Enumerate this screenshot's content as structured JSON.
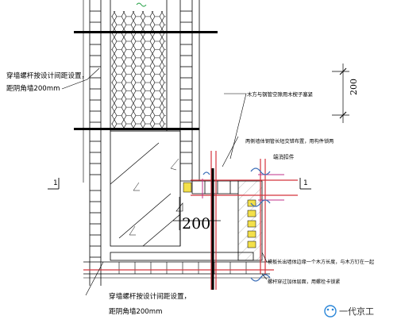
{
  "notes": {
    "tie_bolt_top_1": "穿墙螺杆按设计间距设置，",
    "tie_bolt_top_2": "距阴角墙200mm",
    "batten_steel": "木方与钢管空隙用木楔子塞紧",
    "steel_pipe_1": "两侧墙体钢管长短交错布置，用构件锁两",
    "steel_pipe_2": "端消扣件",
    "plywood_1": "模板长出墙体边缘一个木方长度，与木方钉在一起",
    "tie_bolt_bottom_1": "穿墙螺杆按设计间距设置，",
    "tie_bolt_bottom_2": "距阴角墙200mm",
    "nut_note": "螺杆穿过加体层面，用螺栓卡锁紧"
  },
  "dimensions": {
    "offset_200_vertical": "200",
    "offset_200_inner": "200"
  },
  "section_marks": {
    "left": "1",
    "right": "1"
  },
  "watermark": {
    "text": "一代京工"
  },
  "colors": {
    "line": "#000000",
    "red_line": "#d4343c",
    "magenta": "#c0308a",
    "blue": "#3d6fb8",
    "yellow": "#f3e04a",
    "hatch": "#888888",
    "green": "#2aa34a",
    "watermark_blue": "#2a86d8"
  }
}
